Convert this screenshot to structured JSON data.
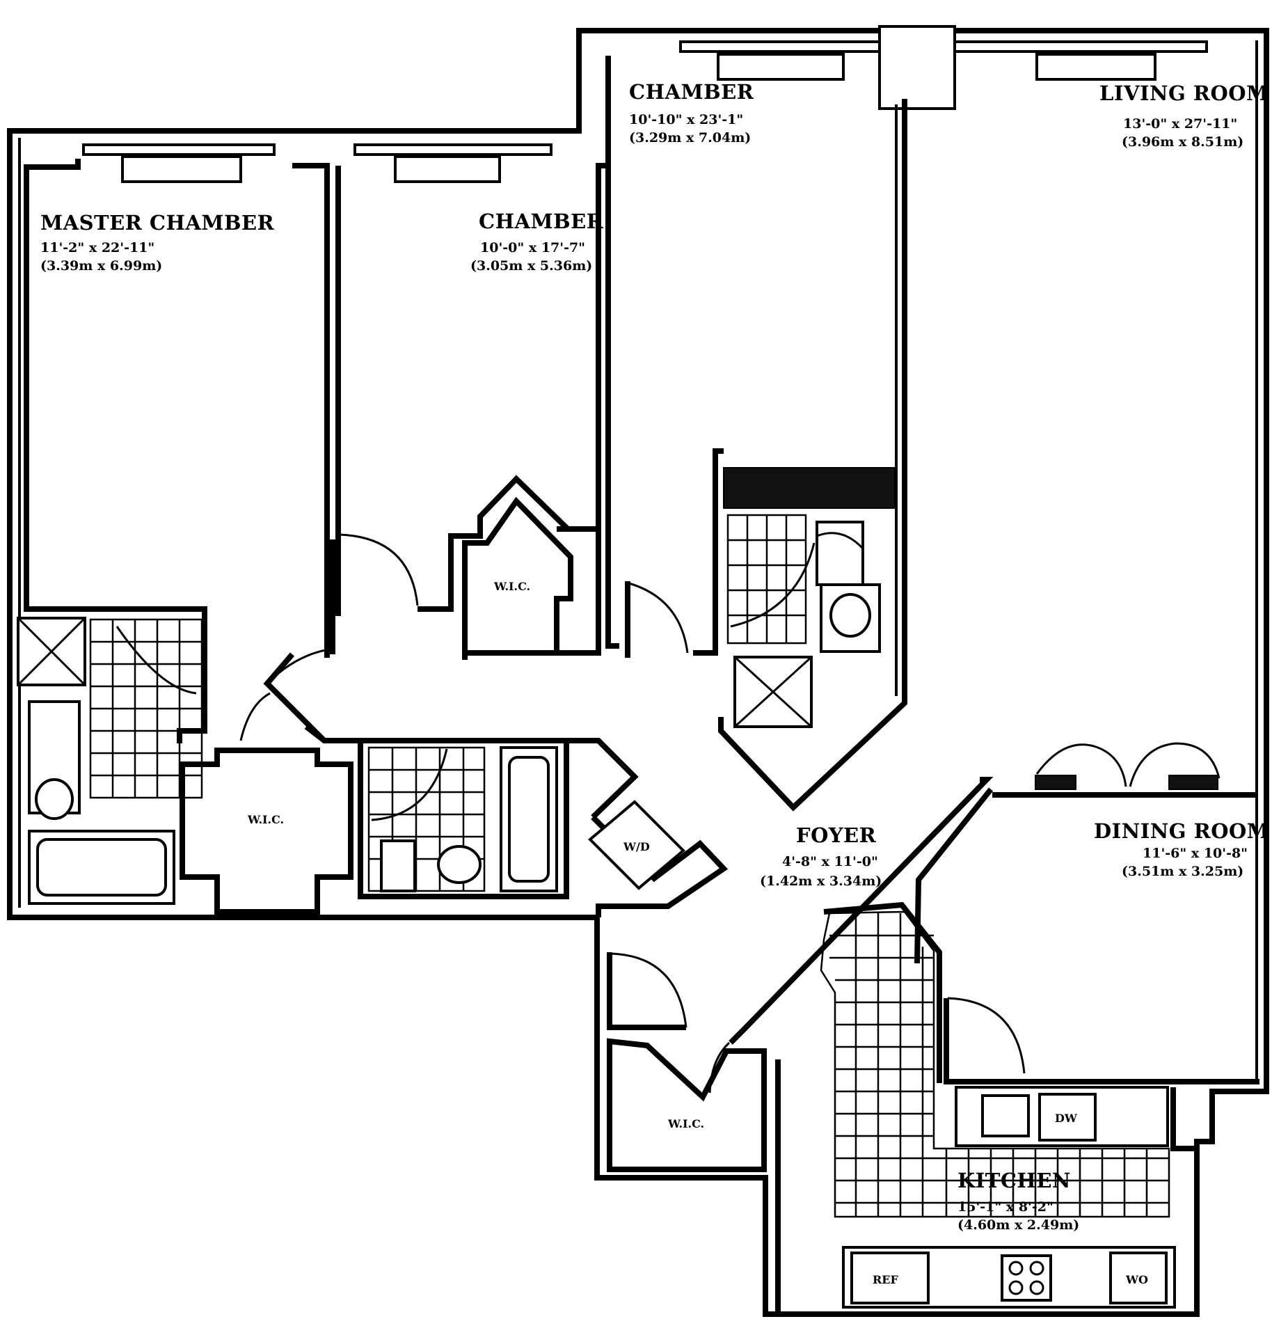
{
  "rooms": {
    "master_chamber": {
      "name": "MASTER CHAMBER",
      "dim_ft": "11'-2\" x 22'-11\"",
      "dim_m": "(3.39m x 6.99m)"
    },
    "chamber_2": {
      "name": "CHAMBER",
      "dim_ft": "10'-0\" x 17'-7\"",
      "dim_m": "(3.05m x 5.36m)"
    },
    "chamber_3": {
      "name": "CHAMBER",
      "dim_ft": "10'-10\" x 23'-1\"",
      "dim_m": "(3.29m x 7.04m)"
    },
    "living_room": {
      "name": "LIVING ROOM",
      "dim_ft": "13'-0\" x 27'-11\"",
      "dim_m": "(3.96m x 8.51m)"
    },
    "dining_room": {
      "name": "DINING ROOM",
      "dim_ft": "11'-6\" x 10'-8\"",
      "dim_m": "(3.51m x 3.25m)"
    },
    "foyer": {
      "name": "FOYER",
      "dim_ft": "4'-8\" x 11'-0\"",
      "dim_m": "(1.42m x 3.34m)"
    },
    "kitchen": {
      "name": "KITCHEN",
      "dim_ft": "15'-1\" x 8'-2\"",
      "dim_m": "(4.60m x 2.49m)"
    }
  },
  "closets": {
    "wic_master": "W.I.C.",
    "wic_chamber": "W.I.C.",
    "wic_foyer": "W.I.C."
  },
  "appliances": {
    "washer_dryer": "W/D",
    "dishwasher": "DW",
    "refrigerator": "REF",
    "wall_oven": "WO"
  }
}
